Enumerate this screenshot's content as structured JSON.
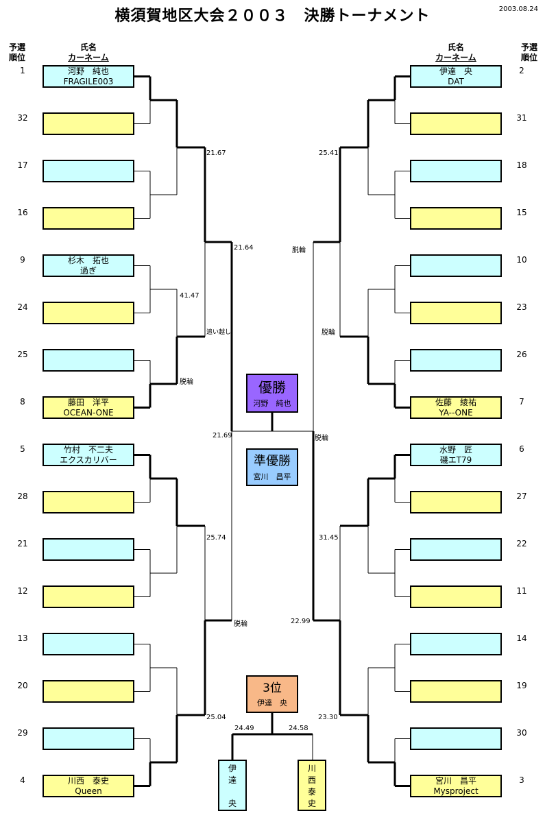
{
  "title": "横須賀地区大会２００３　決勝トーナメント",
  "date": "2003.08.24",
  "headers": {
    "seed": "予選\n順位",
    "seed_l1": "予選",
    "seed_l2": "順位",
    "name": "氏名",
    "car": "カーネーム"
  },
  "left_entries": [
    {
      "rank": "1",
      "name": "河野　純也",
      "car": "FRAGILE003",
      "color": "cyan"
    },
    {
      "rank": "32",
      "name": "",
      "car": "",
      "color": "yellow"
    },
    {
      "rank": "17",
      "name": "",
      "car": "",
      "color": "cyan"
    },
    {
      "rank": "16",
      "name": "",
      "car": "",
      "color": "yellow"
    },
    {
      "rank": "9",
      "name": "杉木　拓也",
      "car": "過ぎ",
      "color": "cyan"
    },
    {
      "rank": "24",
      "name": "",
      "car": "",
      "color": "yellow"
    },
    {
      "rank": "25",
      "name": "",
      "car": "",
      "color": "cyan"
    },
    {
      "rank": "8",
      "name": "藤田　洋平",
      "car": "OCEAN-ONE",
      "color": "yellow"
    },
    {
      "rank": "5",
      "name": "竹村　不二夫",
      "car": "エクスカリバー",
      "color": "cyan"
    },
    {
      "rank": "28",
      "name": "",
      "car": "",
      "color": "yellow"
    },
    {
      "rank": "21",
      "name": "",
      "car": "",
      "color": "cyan"
    },
    {
      "rank": "12",
      "name": "",
      "car": "",
      "color": "yellow"
    },
    {
      "rank": "13",
      "name": "",
      "car": "",
      "color": "cyan"
    },
    {
      "rank": "20",
      "name": "",
      "car": "",
      "color": "yellow"
    },
    {
      "rank": "29",
      "name": "",
      "car": "",
      "color": "cyan"
    },
    {
      "rank": "4",
      "name": "川西　泰史",
      "car": "Queen",
      "color": "yellow"
    }
  ],
  "right_entries": [
    {
      "rank": "2",
      "name": "伊達　央",
      "car": "DAT",
      "color": "cyan"
    },
    {
      "rank": "31",
      "name": "",
      "car": "",
      "color": "yellow"
    },
    {
      "rank": "18",
      "name": "",
      "car": "",
      "color": "cyan"
    },
    {
      "rank": "15",
      "name": "",
      "car": "",
      "color": "yellow"
    },
    {
      "rank": "10",
      "name": "",
      "car": "",
      "color": "cyan"
    },
    {
      "rank": "23",
      "name": "",
      "car": "",
      "color": "yellow"
    },
    {
      "rank": "26",
      "name": "",
      "car": "",
      "color": "cyan"
    },
    {
      "rank": "7",
      "name": "佐藤　綾祐",
      "car": "YA--ONE",
      "color": "yellow"
    },
    {
      "rank": "6",
      "name": "水野　匠",
      "car": "磯エT79",
      "color": "cyan"
    },
    {
      "rank": "27",
      "name": "",
      "car": "",
      "color": "yellow"
    },
    {
      "rank": "22",
      "name": "",
      "car": "",
      "color": "cyan"
    },
    {
      "rank": "11",
      "name": "",
      "car": "",
      "color": "yellow"
    },
    {
      "rank": "14",
      "name": "",
      "car": "",
      "color": "cyan"
    },
    {
      "rank": "19",
      "name": "",
      "car": "",
      "color": "yellow"
    },
    {
      "rank": "30",
      "name": "",
      "car": "",
      "color": "cyan"
    },
    {
      "rank": "3",
      "name": "宮川　昌平",
      "car": "Mysproject",
      "color": "yellow"
    }
  ],
  "times": {
    "l_r2_a": "21.67",
    "l_r2_b": "41.47",
    "l_r2_c": "25.74",
    "l_r2_d": "25.04",
    "l_r3_a": "21.64",
    "l_r3_a2": "追い越し",
    "l_r3_b": "脱輪",
    "l_r3_c": "脱輪",
    "l_final": "21.69",
    "r_r2_a": "25.41",
    "r_r2_b": "脱輪",
    "r_r2_c": "31.45",
    "r_r2_d": "23.30",
    "r_r3_a": "脱輪",
    "r_r3_c": "22.99",
    "r_final": "脱輪",
    "third_left": "24.49",
    "third_right": "24.58"
  },
  "winner": {
    "label": "優勝",
    "name": "河野　純也",
    "color": "#9966ff"
  },
  "runner_up": {
    "label": "準優勝",
    "name": "宮川　昌平",
    "color": "#99ccff"
  },
  "third": {
    "label": "3位",
    "name": "伊達　央",
    "color": "#f8b888"
  },
  "third_left_box": {
    "chars": [
      "伊",
      "達",
      "",
      "央"
    ],
    "color": "#ccffff"
  },
  "third_right_box": {
    "chars": [
      "川",
      "西",
      "泰",
      "史"
    ],
    "color": "#ffff99"
  }
}
